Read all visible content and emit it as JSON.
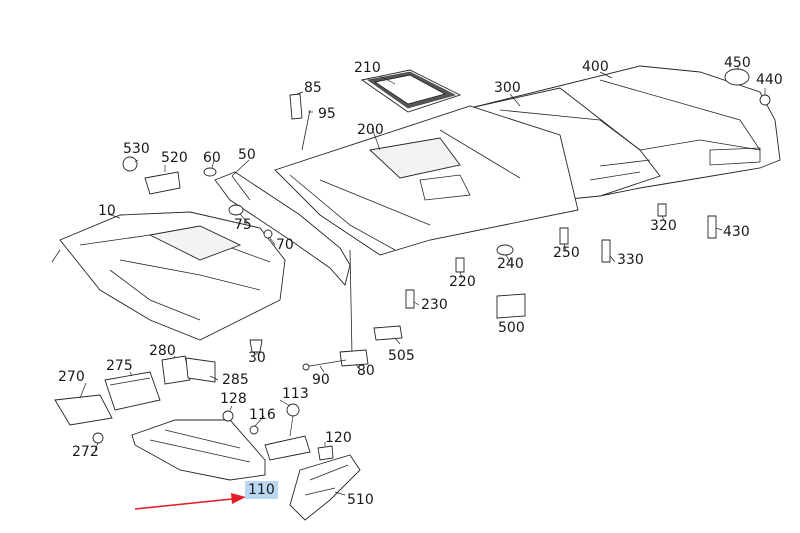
{
  "labels": {
    "l10": "10",
    "l30": "30",
    "l50": "50",
    "l60": "60",
    "l70": "70",
    "l75": "75",
    "l80": "80",
    "l85": "85",
    "l90": "90",
    "l95": "95",
    "l110": "110",
    "l113": "113",
    "l116": "116",
    "l120": "120",
    "l128": "128",
    "l200": "200",
    "l210": "210",
    "l220": "220",
    "l230": "230",
    "l240": "240",
    "l250": "250",
    "l270": "270",
    "l272": "272",
    "l275": "275",
    "l280": "280",
    "l285": "285",
    "l300": "300",
    "l320": "320",
    "l330": "330",
    "l400": "400",
    "l430": "430",
    "l440": "440",
    "l450": "450",
    "l500": "500",
    "l505": "505",
    "l510": "510",
    "l520": "520",
    "l530": "530"
  },
  "colors": {
    "highlight": "#b9d7f0",
    "arrow": "#e31e24",
    "line": "#262626"
  }
}
